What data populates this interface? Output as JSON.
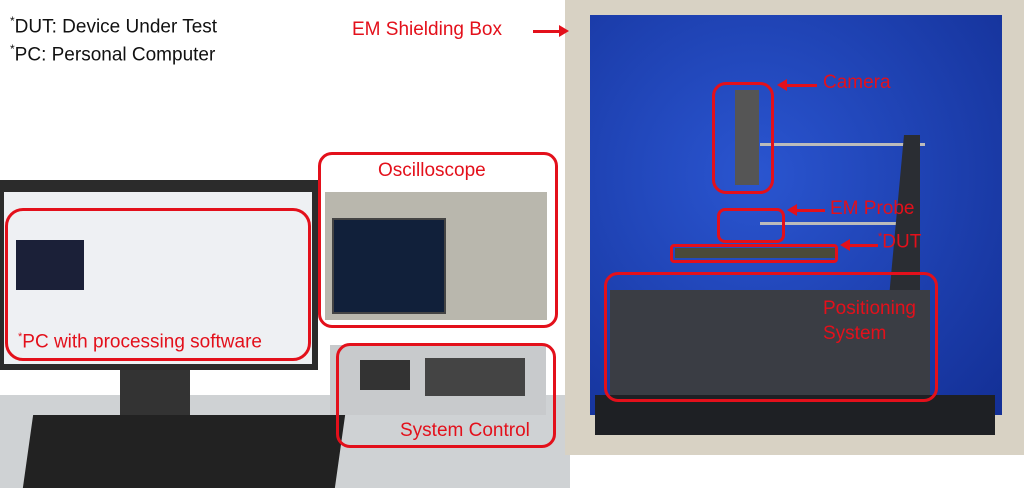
{
  "notes": {
    "dut": "DUT: Device Under Test",
    "pc": "PC: Personal Computer",
    "star": "*"
  },
  "labels": {
    "shielding_box": "EM Shielding Box",
    "camera": "Camera",
    "em_probe": "EM Probe",
    "dut": "DUT",
    "positioning_line1": "Positioning",
    "positioning_line2": "System",
    "oscilloscope": "Oscilloscope",
    "pc_software": "PC with processing software",
    "system_control": "System Control"
  },
  "colors": {
    "annotation": "#e3101b",
    "shield_blue": "#1a3fb0"
  }
}
